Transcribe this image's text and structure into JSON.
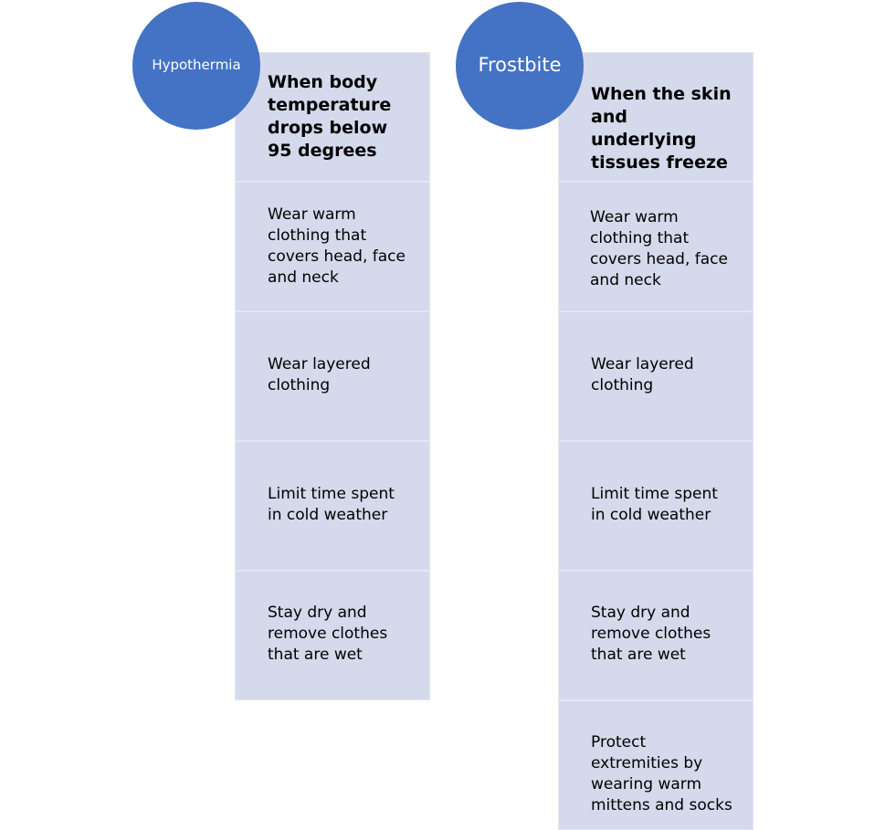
{
  "columns": [
    {
      "title": "Hypothermia",
      "definition": "When body temperature drops below 95 degrees",
      "items": [
        "Wear warm clothing that covers head, face and neck",
        "Wear layered clothing",
        "Limit time spent in cold weather",
        "Stay dry and remove clothes that are wet"
      ]
    },
    {
      "title": "Frostbite",
      "definition": "When the skin and underlying tissues freeze",
      "items": [
        "Wear warm clothing that covers head, face and neck",
        "Wear layered clothing",
        "Limit time spent in cold weather",
        "Stay dry and remove clothes that are wet",
        "Protect extremities by wearing warm mittens and socks"
      ]
    }
  ],
  "colors": {
    "circle": "#4472c4",
    "box": "#d4d9eb",
    "box_border": "#e3e6f1"
  }
}
